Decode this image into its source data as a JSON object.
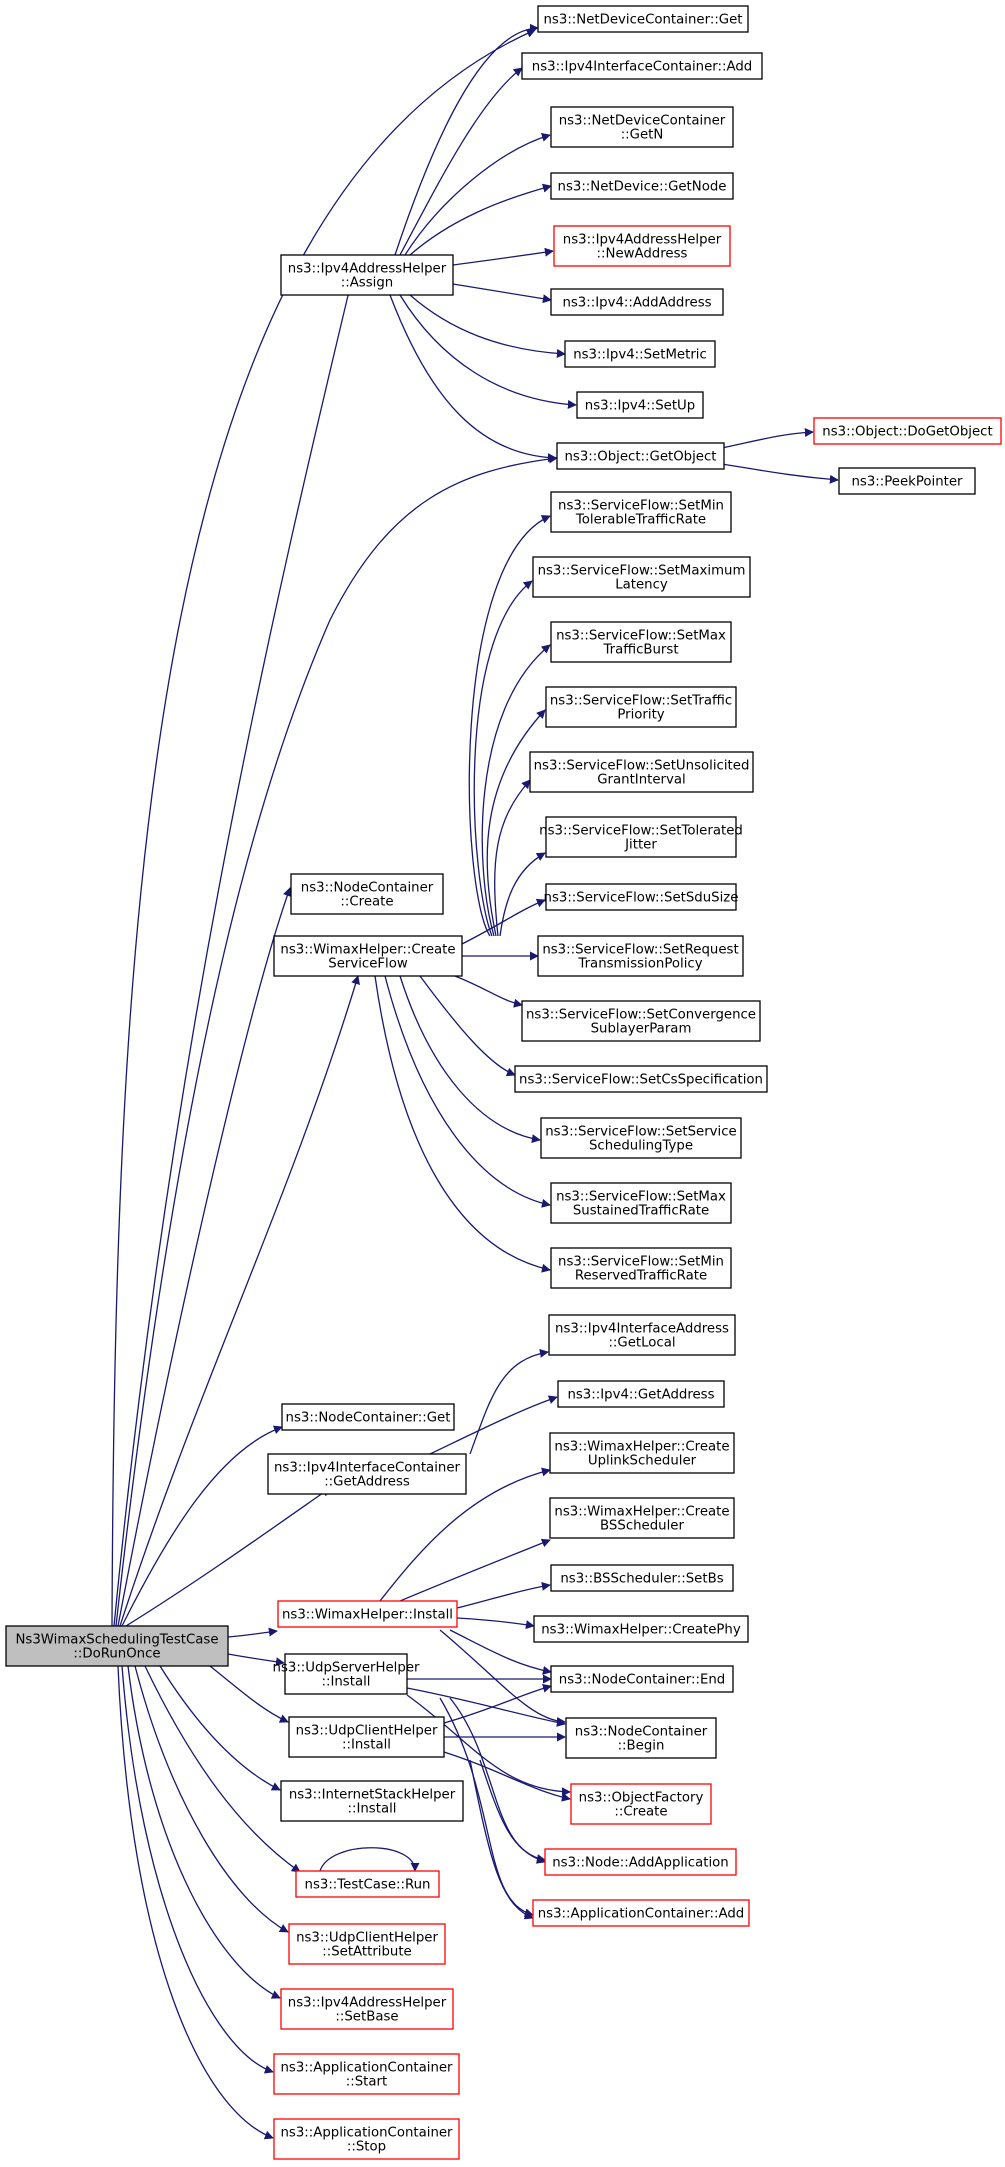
{
  "colors": {
    "edge": "#191970",
    "node_border": "#000000",
    "node_border_undocumented": "#ff0000",
    "root_fill": "#bfbfbf",
    "node_fill": "#ffffff"
  },
  "root": "n_root",
  "nodes": [
    {
      "id": "n_root",
      "lines": [
        "Ns3WimaxSchedulingTestCase",
        "::DoRunOnce"
      ]
    },
    {
      "id": "n_ipv4assign",
      "lines": [
        "ns3::Ipv4AddressHelper",
        "::Assign"
      ]
    },
    {
      "id": "n_ndc_get",
      "lines": [
        "ns3::NetDeviceContainer::Get"
      ]
    },
    {
      "id": "n_iic_add",
      "lines": [
        "ns3::Ipv4InterfaceContainer::Add"
      ]
    },
    {
      "id": "n_ndc_getn",
      "lines": [
        "ns3::NetDeviceContainer",
        "::GetN"
      ]
    },
    {
      "id": "n_nd_getnode",
      "lines": [
        "ns3::NetDevice::GetNode"
      ]
    },
    {
      "id": "n_newaddress",
      "lines": [
        "ns3::Ipv4AddressHelper",
        "::NewAddress"
      ]
    },
    {
      "id": "n_ipv4_addaddress",
      "lines": [
        "ns3::Ipv4::AddAddress"
      ]
    },
    {
      "id": "n_ipv4_setmetric",
      "lines": [
        "ns3::Ipv4::SetMetric"
      ]
    },
    {
      "id": "n_ipv4_setup",
      "lines": [
        "ns3::Ipv4::SetUp"
      ]
    },
    {
      "id": "n_getobject",
      "lines": [
        "ns3::Object::GetObject"
      ]
    },
    {
      "id": "n_dogetobject",
      "lines": [
        "ns3::Object::DoGetObject"
      ]
    },
    {
      "id": "n_peekpointer",
      "lines": [
        "ns3::PeekPointer"
      ]
    },
    {
      "id": "n_nc_create",
      "lines": [
        "ns3::NodeContainer",
        "::Create"
      ]
    },
    {
      "id": "n_createsf",
      "lines": [
        "ns3::WimaxHelper::Create",
        "ServiceFlow"
      ]
    },
    {
      "id": "n_sf_mintol",
      "lines": [
        "ns3::ServiceFlow::SetMin",
        "TolerableTrafficRate"
      ]
    },
    {
      "id": "n_sf_maxlat",
      "lines": [
        "ns3::ServiceFlow::SetMaximum",
        "Latency"
      ]
    },
    {
      "id": "n_sf_maxburst",
      "lines": [
        "ns3::ServiceFlow::SetMax",
        "TrafficBurst"
      ]
    },
    {
      "id": "n_sf_prio",
      "lines": [
        "ns3::ServiceFlow::SetTraffic",
        "Priority"
      ]
    },
    {
      "id": "n_sf_ugi",
      "lines": [
        "ns3::ServiceFlow::SetUnsolicited",
        "GrantInterval"
      ]
    },
    {
      "id": "n_sf_jitter",
      "lines": [
        "ns3::ServiceFlow::SetTolerated",
        "Jitter"
      ]
    },
    {
      "id": "n_sf_sdusize",
      "lines": [
        "ns3::ServiceFlow::SetSduSize"
      ]
    },
    {
      "id": "n_sf_reqtx",
      "lines": [
        "ns3::ServiceFlow::SetRequest",
        "TransmissionPolicy"
      ]
    },
    {
      "id": "n_sf_conv",
      "lines": [
        "ns3::ServiceFlow::SetConvergence",
        "SublayerParam"
      ]
    },
    {
      "id": "n_sf_csspec",
      "lines": [
        "ns3::ServiceFlow::SetCsSpecification"
      ]
    },
    {
      "id": "n_sf_sched",
      "lines": [
        "ns3::ServiceFlow::SetService",
        "SchedulingType"
      ]
    },
    {
      "id": "n_sf_maxsust",
      "lines": [
        "ns3::ServiceFlow::SetMax",
        "SustainedTrafficRate"
      ]
    },
    {
      "id": "n_sf_minres",
      "lines": [
        "ns3::ServiceFlow::SetMin",
        "ReservedTrafficRate"
      ]
    },
    {
      "id": "n_iia_getlocal",
      "lines": [
        "ns3::Ipv4InterfaceAddress",
        "::GetLocal"
      ]
    },
    {
      "id": "n_ipv4_getaddress",
      "lines": [
        "ns3::Ipv4::GetAddress"
      ]
    },
    {
      "id": "n_nc_get",
      "lines": [
        "ns3::NodeContainer::Get"
      ]
    },
    {
      "id": "n_iic_getaddress",
      "lines": [
        "ns3::Ipv4InterfaceContainer",
        "::GetAddress"
      ]
    },
    {
      "id": "n_wh_uplink",
      "lines": [
        "ns3::WimaxHelper::Create",
        "UplinkScheduler"
      ]
    },
    {
      "id": "n_wh_bssched",
      "lines": [
        "ns3::WimaxHelper::Create",
        "BSScheduler"
      ]
    },
    {
      "id": "n_bs_setbs",
      "lines": [
        "ns3::BSScheduler::SetBs"
      ]
    },
    {
      "id": "n_wh_createphy",
      "lines": [
        "ns3::WimaxHelper::CreatePhy"
      ]
    },
    {
      "id": "n_wh_install",
      "lines": [
        "ns3::WimaxHelper::Install"
      ]
    },
    {
      "id": "n_usrv_install",
      "lines": [
        "ns3::UdpServerHelper",
        "::Install"
      ]
    },
    {
      "id": "n_nc_end",
      "lines": [
        "ns3::NodeContainer::End"
      ]
    },
    {
      "id": "n_nc_begin",
      "lines": [
        "ns3::NodeContainer",
        "::Begin"
      ]
    },
    {
      "id": "n_ucli_install",
      "lines": [
        "ns3::UdpClientHelper",
        "::Install"
      ]
    },
    {
      "id": "n_of_create",
      "lines": [
        "ns3::ObjectFactory",
        "::Create"
      ]
    },
    {
      "id": "n_ish_install",
      "lines": [
        "ns3::InternetStackHelper",
        "::Install"
      ]
    },
    {
      "id": "n_node_addapp",
      "lines": [
        "ns3::Node::AddApplication"
      ]
    },
    {
      "id": "n_tc_run",
      "lines": [
        "ns3::TestCase::Run"
      ]
    },
    {
      "id": "n_ac_add",
      "lines": [
        "ns3::ApplicationContainer::Add"
      ]
    },
    {
      "id": "n_ucli_setattr",
      "lines": [
        "ns3::UdpClientHelper",
        "::SetAttribute"
      ]
    },
    {
      "id": "n_ipv4_setbase",
      "lines": [
        "ns3::Ipv4AddressHelper",
        "::SetBase"
      ]
    },
    {
      "id": "n_ac_start",
      "lines": [
        "ns3::ApplicationContainer",
        "::Start"
      ]
    },
    {
      "id": "n_ac_stop",
      "lines": [
        "ns3::ApplicationContainer",
        "::Stop"
      ]
    }
  ]
}
